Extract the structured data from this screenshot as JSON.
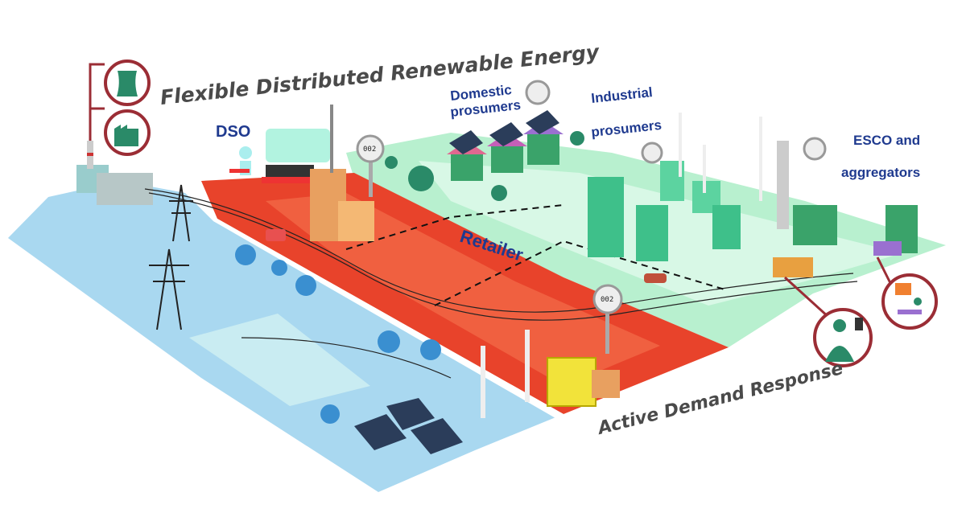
{
  "title": "Flexible Distributed Renewable Energy",
  "labels": {
    "dso": "DSO",
    "domestic": [
      "Domestic",
      "prosumers"
    ],
    "industrial": [
      "Industrial",
      "prosumers"
    ],
    "esco": [
      "ESCO and",
      "aggregators"
    ],
    "retailer": "Retailer",
    "adr": "Active Demand Response"
  },
  "meters": [
    "002",
    "002"
  ],
  "colors": {
    "blue_zone": "#a9d8f0",
    "red_zone": "#e8432b",
    "green_zone": "#b8f0cf",
    "accent_ring": "#9b2d35",
    "label_blue": "#1f3a8f"
  }
}
